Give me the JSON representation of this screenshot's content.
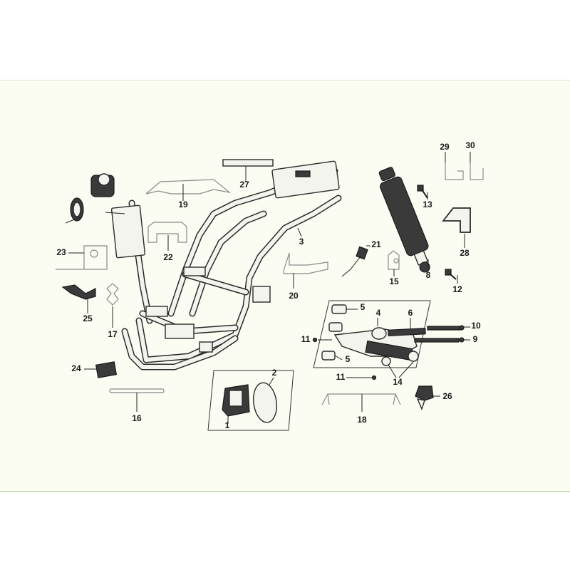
{
  "diagram": {
    "callouts": [
      {
        "id": "c1",
        "label": "1"
      },
      {
        "id": "c2",
        "label": "2"
      },
      {
        "id": "c3",
        "label": "3"
      },
      {
        "id": "c4",
        "label": "4"
      },
      {
        "id": "c5a",
        "label": "5"
      },
      {
        "id": "c5b",
        "label": "5"
      },
      {
        "id": "c6",
        "label": "6"
      },
      {
        "id": "c8",
        "label": "8"
      },
      {
        "id": "c9",
        "label": "9"
      },
      {
        "id": "c10",
        "label": "10"
      },
      {
        "id": "c11a",
        "label": "11"
      },
      {
        "id": "c11b",
        "label": "11"
      },
      {
        "id": "c12",
        "label": "12"
      },
      {
        "id": "c13",
        "label": "13"
      },
      {
        "id": "c14",
        "label": "14"
      },
      {
        "id": "c15",
        "label": "15"
      },
      {
        "id": "c16",
        "label": "16"
      },
      {
        "id": "c17",
        "label": "17"
      },
      {
        "id": "c18",
        "label": "18"
      },
      {
        "id": "c19",
        "label": "19"
      },
      {
        "id": "c20",
        "label": "20"
      },
      {
        "id": "c21",
        "label": "21"
      },
      {
        "id": "c22",
        "label": "22"
      },
      {
        "id": "c23",
        "label": "23"
      },
      {
        "id": "c24",
        "label": "24"
      },
      {
        "id": "c25",
        "label": "25"
      },
      {
        "id": "c26",
        "label": "26"
      },
      {
        "id": "c27",
        "label": "27"
      },
      {
        "id": "c28",
        "label": "28"
      },
      {
        "id": "c29",
        "label": "29"
      },
      {
        "id": "c30",
        "label": "30"
      }
    ]
  },
  "colors": {
    "panel_background": "#fbfdf3",
    "panel_bottom_border": "#9fcf8f",
    "line": "#2a2a2a",
    "label": "#1a1a1a"
  }
}
